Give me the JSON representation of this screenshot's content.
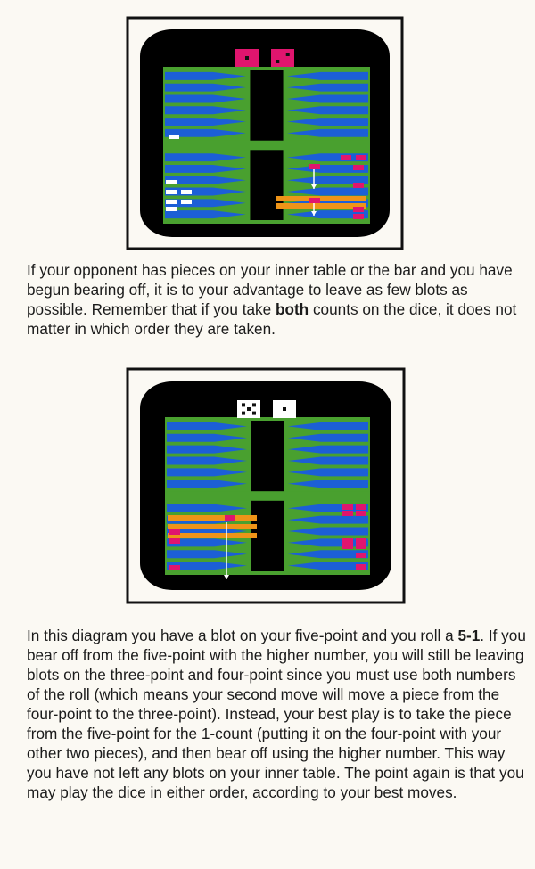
{
  "figures": [
    {
      "dice": [
        {
          "value": 1,
          "face": "#e0156e",
          "pip": "#111111"
        },
        {
          "value": 2,
          "face": "#e0156e",
          "pip": "#111111"
        }
      ]
    },
    {
      "dice": [
        {
          "value": 5,
          "face": "#ffffff",
          "pip": "#111111"
        },
        {
          "value": 1,
          "face": "#ffffff",
          "pip": "#111111"
        }
      ]
    }
  ],
  "colors": {
    "screen": "#000000",
    "board": "#49a02f",
    "blue_point": "#1c5fd6",
    "orange_point": "#ee9418",
    "player_piece": "#ffffff",
    "opponent_piece": "#e0156e",
    "arrow": "#ffffff",
    "frame": "#111111"
  },
  "text": {
    "para1": {
      "before_bold": "If your opponent has pieces on your inner table or the bar and you have begun bearing off, it is to your advantage to leave as few blots as possible. Remember that if you take ",
      "bold": "both",
      "after_bold": " counts on the dice, it does not matter in which order they are taken."
    },
    "para2": {
      "before_bold": "In this diagram you have a blot on your five-point and you roll a ",
      "bold": "5-1",
      "after_bold": ". If you bear off from the five-point with the higher number, you will still be leaving blots on the three-point and four-point since you must use both numbers of the roll (which means your second move will move a piece from the four-point to the three-point). Instead, your best play is to take the piece from the five-point for the 1-count (putting it on the four-point with your other two pieces), and then bear off using the higher number. This way you have not left any blots on your inner table. The point again is that you may play the dice in either order, according to your best moves."
    }
  }
}
